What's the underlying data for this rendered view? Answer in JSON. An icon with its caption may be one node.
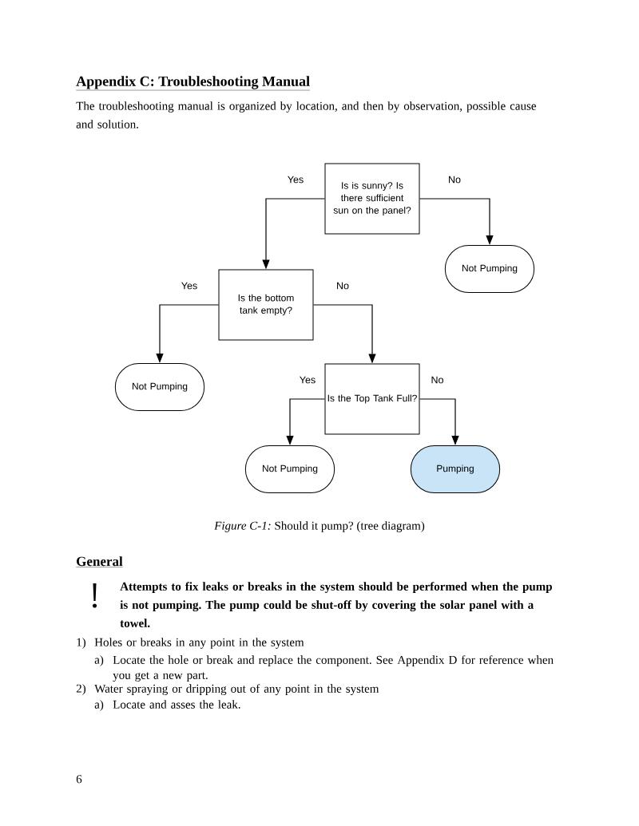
{
  "diagram": {
    "title": "Appendix C: Troubleshooting Manual",
    "caption": "*Figure C-1:* Should it pump? (tree diagram)",
    "nodes": [
      {
        "text": [
          "Is is sunny? Is there sufficient sun on the panel?"
        ]
      },
      {
        "text": [
          "Not Pumping"
        ]
      },
      {
        "text": [
          "Is the bottom tank empty?"
        ]
      },
      {
        "text": [
          "Not Pumping"
        ]
      },
      {
        "text": [
          "Is the Top Tank Full?"
        ]
      },
      {
        "text": [
          "Not Pumping"
        ]
      },
      {
        "text": [
          "Pumping"
        ]
      }
    ],
    "edges": [
      {
        "from": 0,
        "to": 2,
        "arrow": "to",
        "label": "Yes"
      },
      {
        "from": 0,
        "to": 1,
        "arrow": "to",
        "label": "No"
      },
      {
        "from": 2,
        "to": 3,
        "arrow": "to",
        "label": "Yes"
      },
      {
        "from": 2,
        "to": 4,
        "arrow": "to",
        "label": "No"
      },
      {
        "from": 4,
        "to": 5,
        "arrow": "to",
        "label": "Yes"
      },
      {
        "from": 4,
        "to": 6,
        "arrow": "to",
        "label": "No"
      }
    ],
    "labels": [
      "The troubleshooting manual is organized by location, and then by observation, possible cause and solution.",
      "General",
      "Attempts to fix leaks or breaks in the system should be performed when the pump is not pumping. The pump could be shut-off by covering the solar panel with a towel.",
      "1)",
      "Holes or breaks in any point in the system",
      "a)",
      "Locate the hole or break and replace the component. See Appendix D for reference when you get a new part.",
      "2)",
      "Water spraying or dripping out of any point in the system",
      "a)",
      "Locate and asses the leak.",
      "6"
    ]
  }
}
